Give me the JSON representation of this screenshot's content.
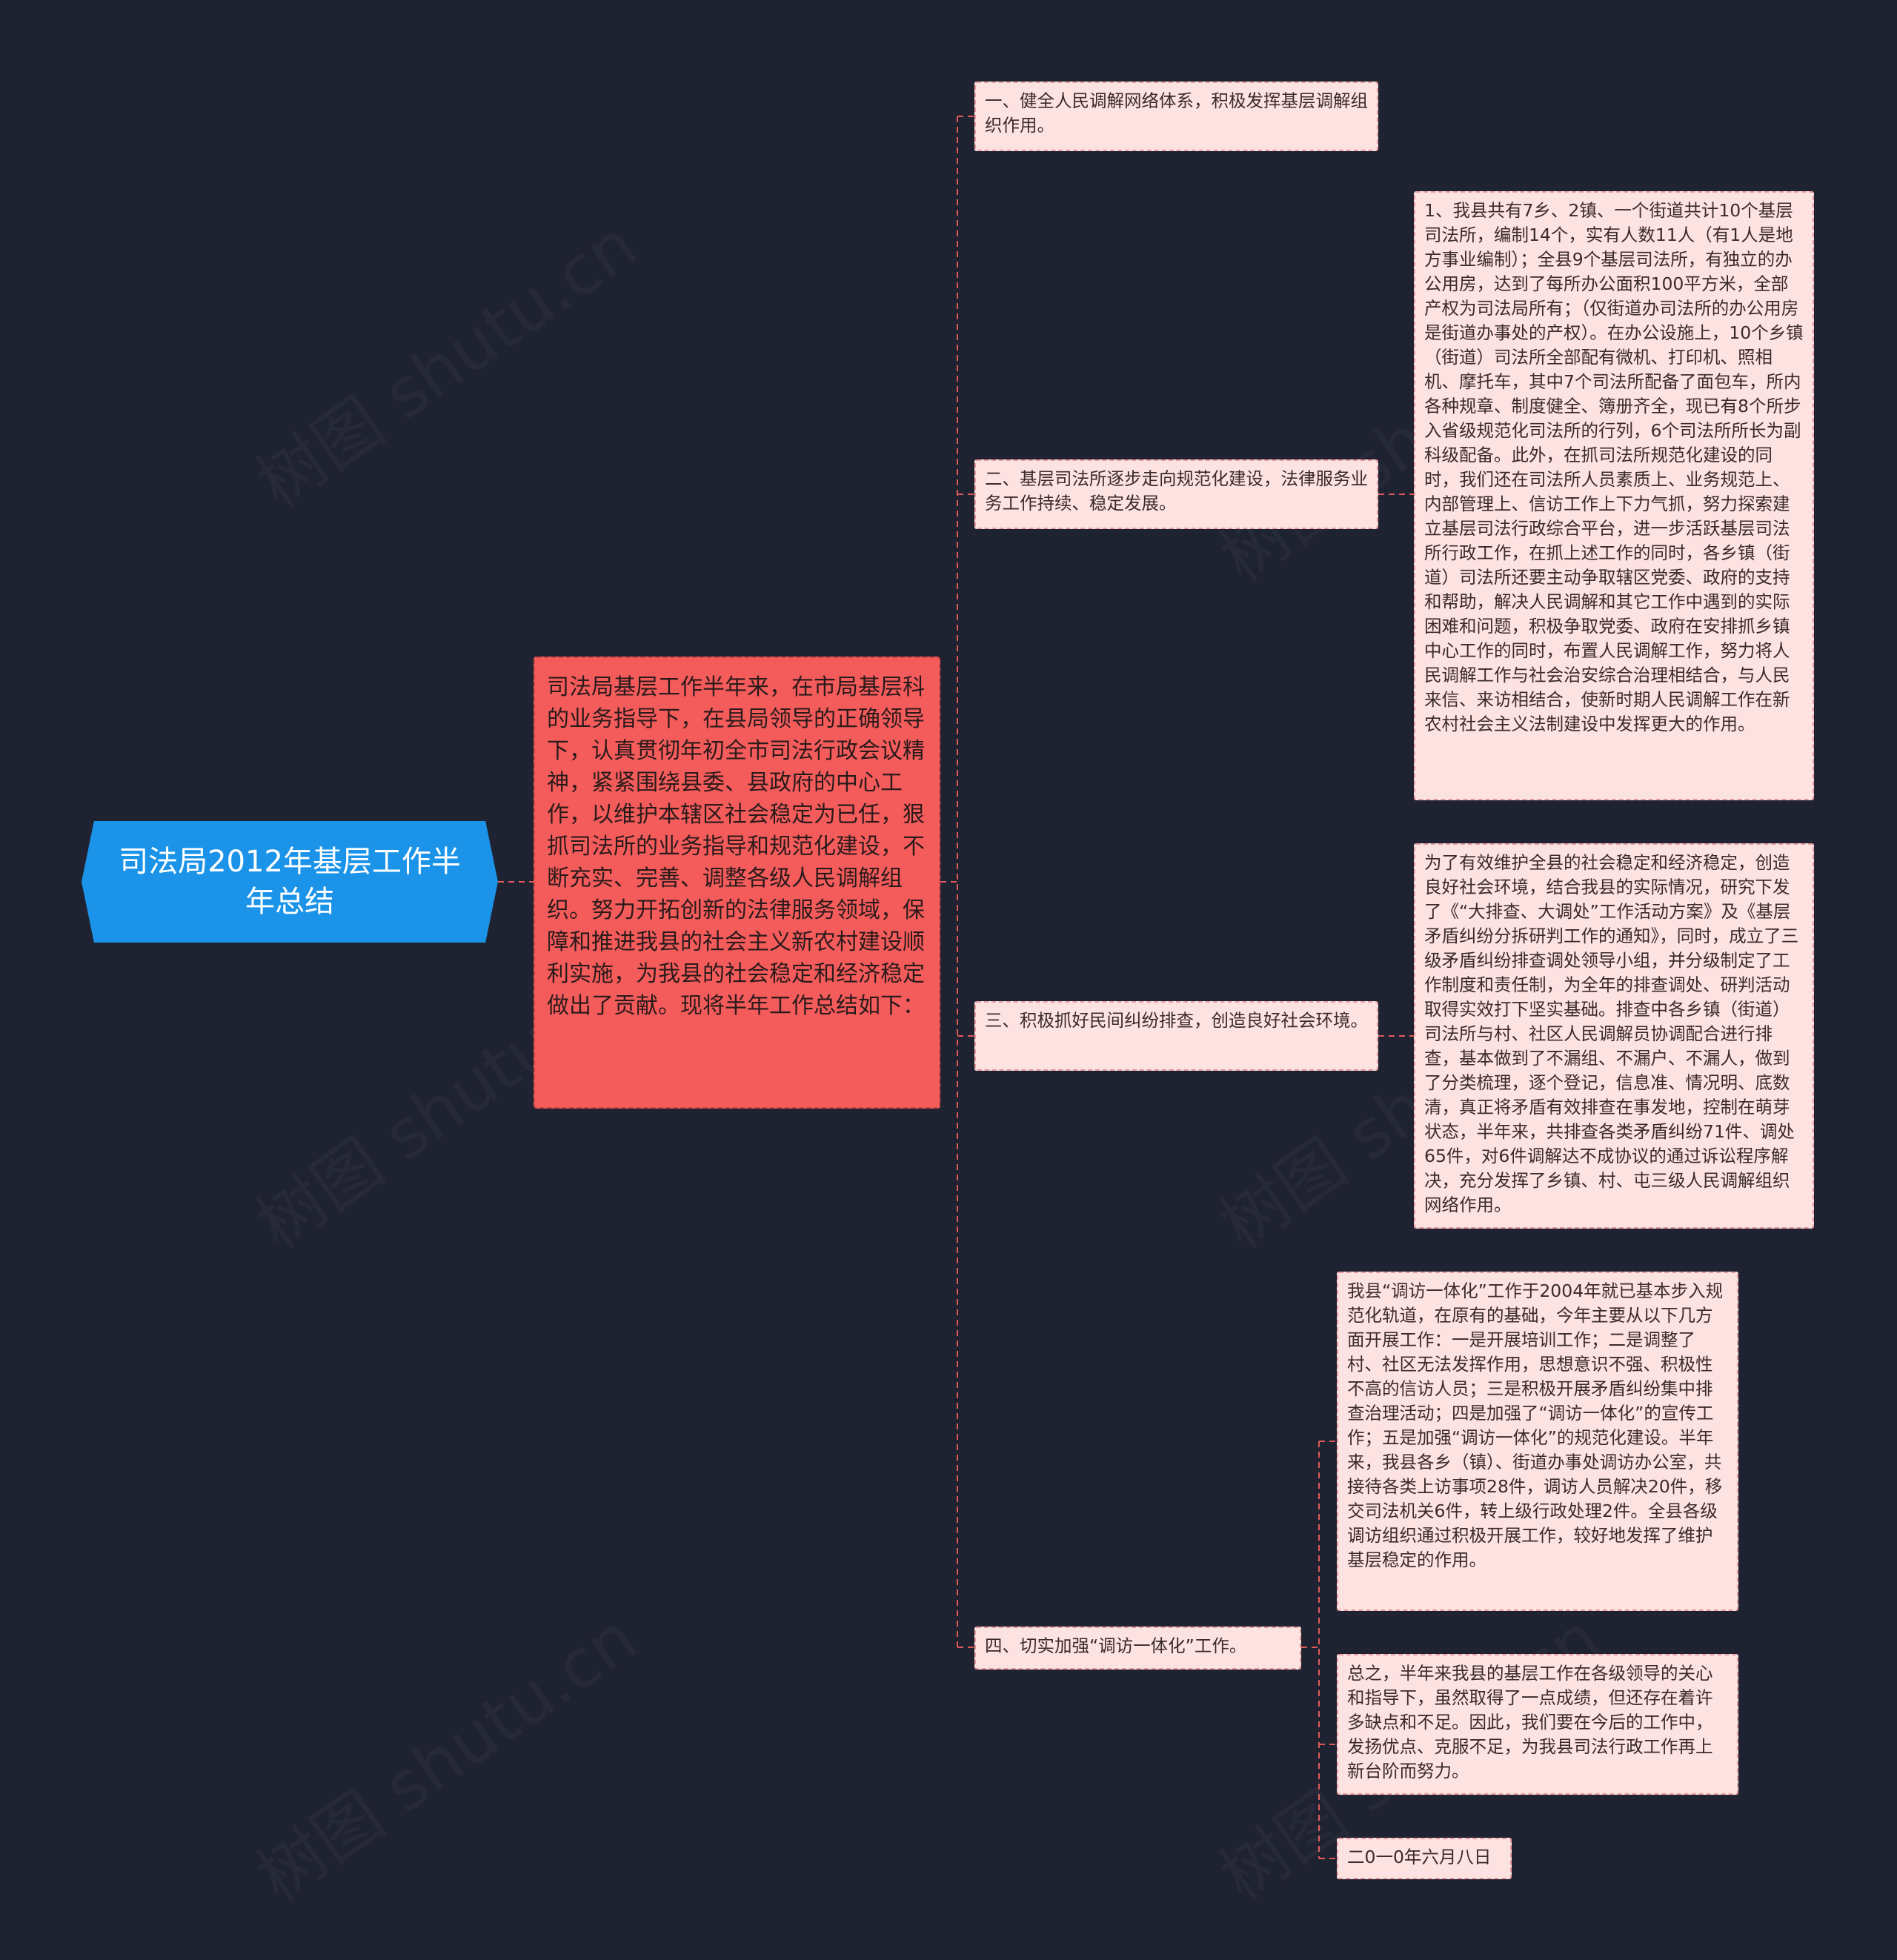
{
  "root": {
    "title": "司法局2012年基层工作半年总结"
  },
  "summary": {
    "text": "司法局基层工作半年来，在市局基层科的业务指导下，在县局领导的正确领导下，认真贯彻年初全市司法行政会议精神，紧紧围绕县委、县政府的中心工作，以维护本辖区社会稳定为已任，狠抓司法所的业务指导和规范化建设，不断充实、完善、调整各级人民调解组织。努力开拓创新的法律服务领域，保障和推进我县的社会主义新农村建设顺利实施，为我县的社会稳定和经济稳定做出了贡献。现将半年工作总结如下："
  },
  "branches": [
    {
      "label": "一、健全人民调解网络体系，积极发挥基层调解组织作用。"
    },
    {
      "label": "二、基层司法所逐步走向规范化建设，法律服务业务工作持续、稳定发展。",
      "detail": "1、我县共有7乡、2镇、一个街道共计10个基层司法所，编制14个，实有人数11人（有1人是地方事业编制）；全县9个基层司法所，有独立的办公用房，达到了每所办公面积100平方米，全部产权为司法局所有；（仅街道办司法所的办公用房是街道办事处的产权）。在办公设施上，10个乡镇（街道）司法所全部配有微机、打印机、照相机、摩托车，其中7个司法所配备了面包车，所内各种规章、制度健全、簿册齐全，现已有8个所步入省级规范化司法所的行列，6个司法所所长为副科级配备。此外，在抓司法所规范化建设的同时，我们还在司法所人员素质上、业务规范上、内部管理上、信访工作上下力气抓，努力探索建立基层司法行政综合平台，进一步活跃基层司法所行政工作，在抓上述工作的同时，各乡镇（街道）司法所还要主动争取辖区党委、政府的支持和帮助，解决人民调解和其它工作中遇到的实际困难和问题，积极争取党委、政府在安排抓乡镇中心工作的同时，布置人民调解工作，努力将人民调解工作与社会治安综合治理相结合，与人民来信、来访相结合，使新时期人民调解工作在新农村社会主义法制建设中发挥更大的作用。"
    },
    {
      "label": "三、积极抓好民间纠纷排查，创造良好社会环境。",
      "detail": "为了有效维护全县的社会稳定和经济稳定，创造良好社会环境，结合我县的实际情况，研究下发了《“大排查、大调处”工作活动方案》及《基层矛盾纠纷分拆研判工作的通知》，同时，成立了三级矛盾纠纷排查调处领导小组，并分级制定了工作制度和责任制，为全年的排查调处、研判活动取得实效打下坚实基础。排查中各乡镇（街道）司法所与村、社区人民调解员协调配合进行排查，基本做到了不漏组、不漏户、不漏人，做到了分类梳理，逐个登记，信息准、情况明、底数清，真正将矛盾有效排查在事发地，控制在萌芽状态，半年来，共排查各类矛盾纠纷71件、调处65件，对6件调解达不成协议的通过诉讼程序解决，充分发挥了乡镇、村、屯三级人民调解组织网络作用。"
    },
    {
      "label": "四、切实加强“调访一体化”工作。",
      "children": [
        "我县“调访一体化”工作于2004年就已基本步入规范化轨道，在原有的基础，今年主要从以下几方面开展工作：一是开展培训工作；二是调整了村、社区无法发挥作用，思想意识不强、积极性不高的信访人员；三是积极开展矛盾纠纷集中排查治理活动；四是加强了“调访一体化”的宣传工作；五是加强“调访一体化”的规范化建设。半年来，我县各乡（镇）、街道办事处调访办公室，共接待各类上访事项28件，调访人员解决20件，移交司法机关6件，转上级行政处理2件。全县各级调访组织通过积极开展工作，较好地发挥了维护基层稳定的作用。",
        "总之，半年来我县的基层工作在各级领导的关心和指导下，虽然取得了一点成绩，但还存在着许多缺点和不足。因此，我们要在今后的工作中，发扬优点、克服不足，为我县司法行政工作再上新台阶而努力。",
        "二0一0年六月八日"
      ]
    }
  ],
  "watermark": "树图 shutu.cn",
  "colors": {
    "background": "#1f2230",
    "root": "#1a93e8",
    "summary": "#f45c5c",
    "leaf": "#fde2e2",
    "connector": "#e05a5a"
  }
}
